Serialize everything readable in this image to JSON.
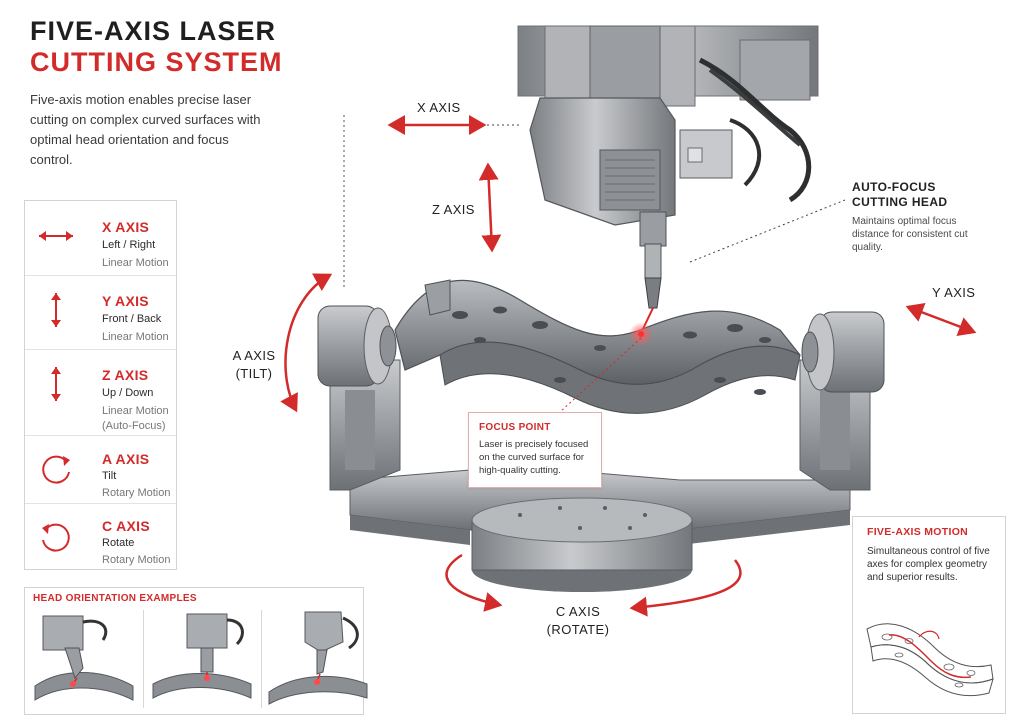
{
  "header": {
    "title_line1": "FIVE-AXIS LASER",
    "title_line2": "CUTTING SYSTEM",
    "intro": "Five-axis motion enables precise laser cutting on complex curved surfaces with optimal head orientation and focus control."
  },
  "legend": {
    "items": [
      {
        "name": "X AXIS",
        "desc": "Left / Right",
        "motion": "Linear Motion",
        "icon": "horizontal-double-arrow-icon"
      },
      {
        "name": "Y AXIS",
        "desc": "Front / Back",
        "motion": "Linear Motion",
        "icon": "vertical-double-arrow-icon"
      },
      {
        "name": "Z AXIS",
        "desc": "Up / Down",
        "motion": "Linear Motion",
        "motion2": "(Auto-Focus)",
        "icon": "vertical-double-arrow-icon"
      },
      {
        "name": "A AXIS",
        "desc": "Tilt",
        "motion": "Rotary Motion",
        "icon": "rotate-arrow-icon"
      },
      {
        "name": "C AXIS",
        "desc": "Rotate",
        "motion": "Rotary Motion",
        "icon": "rotate-arrow-icon"
      }
    ]
  },
  "head_orientation": {
    "title": "HEAD ORIENTATION EXAMPLES"
  },
  "axes": {
    "x": "X AXIS",
    "z": "Z AXIS",
    "y": "Y AXIS",
    "a_line1": "A AXIS",
    "a_line2": "(TILT)",
    "c_line1": "C AXIS",
    "c_line2": "(ROTATE)"
  },
  "auto_focus": {
    "title_line1": "AUTO-FOCUS",
    "title_line2": "CUTTING HEAD",
    "desc": "Maintains optimal focus distance for consistent cut quality."
  },
  "focus_point": {
    "title": "FOCUS POINT",
    "desc": "Laser is precisely focused on the curved surface for high-quality cutting."
  },
  "five_axis_motion": {
    "title": "FIVE-AXIS MOTION",
    "desc": "Simultaneous control of five axes for complex geometry and superior results."
  },
  "colors": {
    "accent": "#d32a2a",
    "steel": "#8e9196",
    "frame": "#a7a9ad",
    "dark_steel": "#5c5f63"
  }
}
